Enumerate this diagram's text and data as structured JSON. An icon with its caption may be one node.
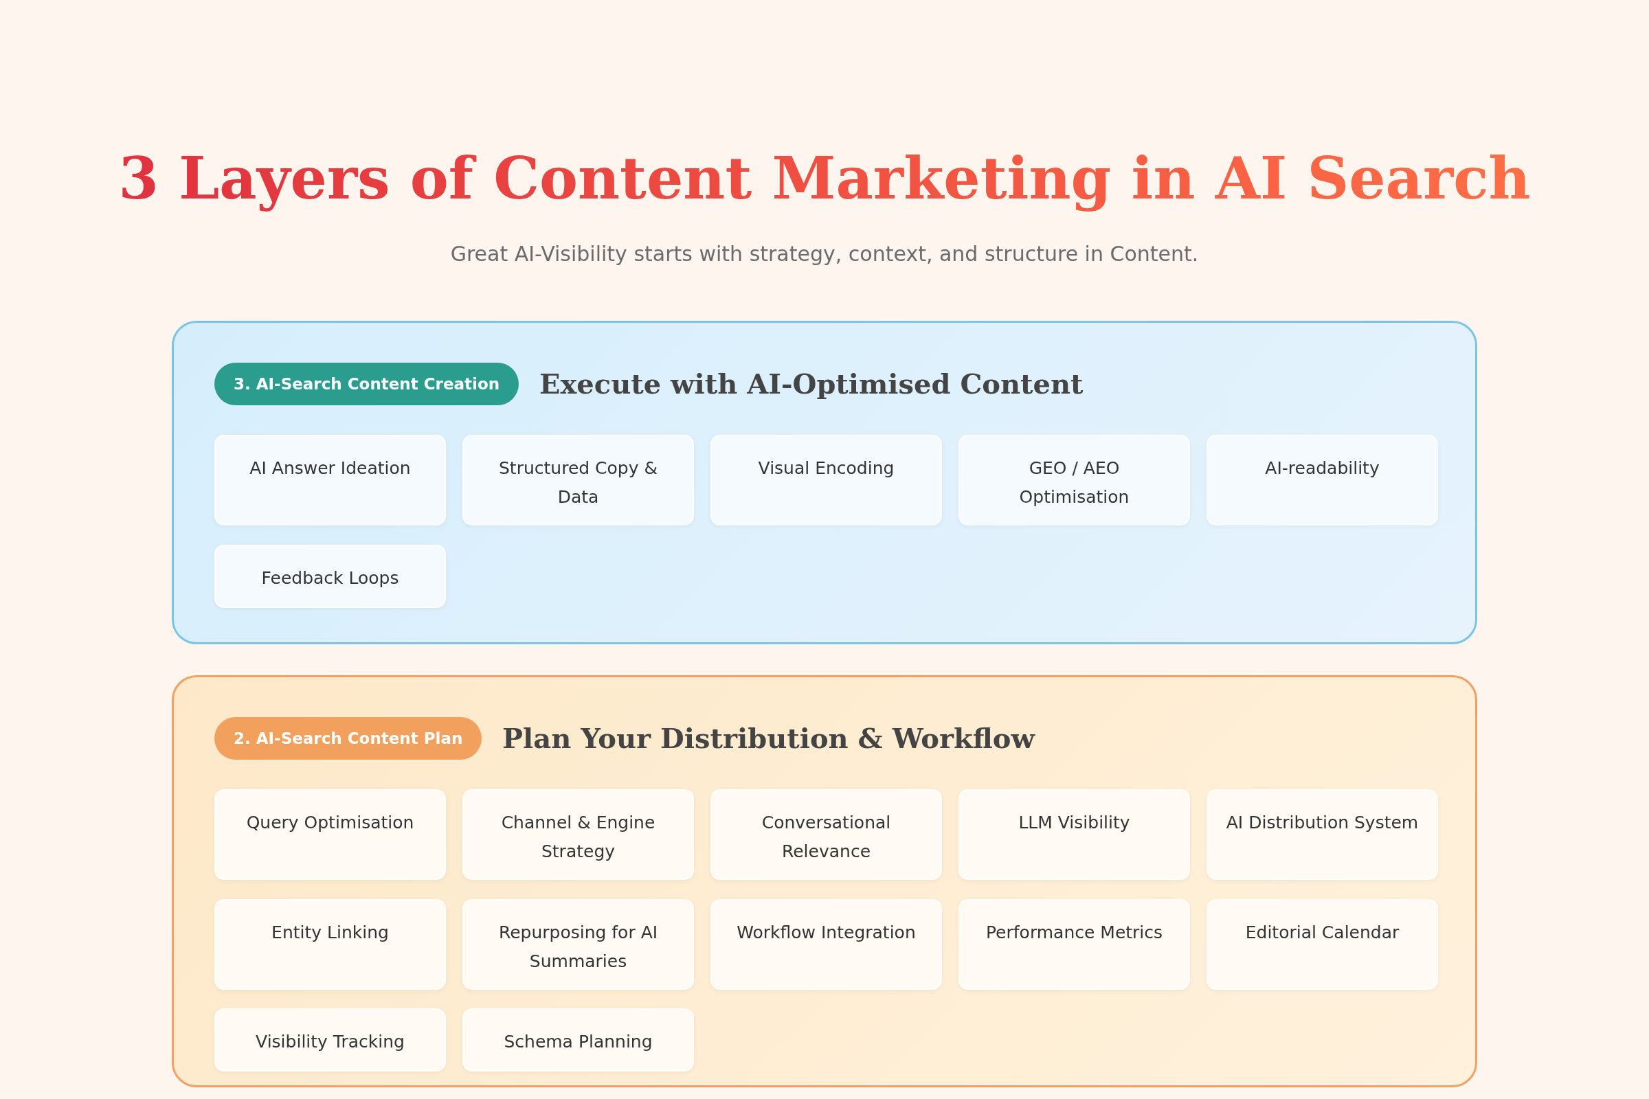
{
  "diagram": {
    "title": "3 Layers of Content Marketing in AI Search",
    "nodes": [
      {
        "text": [
          "3. AI-Search Content Creation",
          "Execute with AI-Optimised Content"
        ]
      },
      {
        "text": [
          "AI Answer Ideation"
        ],
        "in": 0
      },
      {
        "text": [
          "Structured Copy & Data"
        ],
        "in": 0
      },
      {
        "text": [
          "Visual Encoding"
        ],
        "in": 0
      },
      {
        "text": [
          "GEO / AEO Optimisation"
        ],
        "in": 0
      },
      {
        "text": [
          "AI-readability"
        ],
        "in": 0
      },
      {
        "text": [
          "Feedback Loops"
        ],
        "in": 0
      },
      {
        "text": [
          "2. AI-Search Content Plan",
          "Plan Your Distribution & Workflow"
        ]
      },
      {
        "text": [
          "Query Optimisation"
        ],
        "in": 7
      },
      {
        "text": [
          "Channel & Engine Strategy"
        ],
        "in": 7
      },
      {
        "text": [
          "Conversational Relevance"
        ],
        "in": 7
      },
      {
        "text": [
          "LLM Visibility"
        ],
        "in": 7
      },
      {
        "text": [
          "AI Distribution System"
        ],
        "in": 7
      },
      {
        "text": [
          "Entity Linking"
        ],
        "in": 7
      },
      {
        "text": [
          "Repurposing for AI Summaries"
        ],
        "in": 7
      },
      {
        "text": [
          "Workflow Integration"
        ],
        "in": 7
      },
      {
        "text": [
          "Performance Metrics"
        ],
        "in": 7
      },
      {
        "text": [
          "Editorial Calendar"
        ],
        "in": 7
      },
      {
        "text": [
          "Visibility Tracking"
        ],
        "in": 7
      },
      {
        "text": [
          "Schema Planning"
        ],
        "in": 7
      }
    ],
    "edges": [],
    "labels": [
      "Great AI-Visibility starts with strategy, context, and structure in Content."
    ]
  }
}
